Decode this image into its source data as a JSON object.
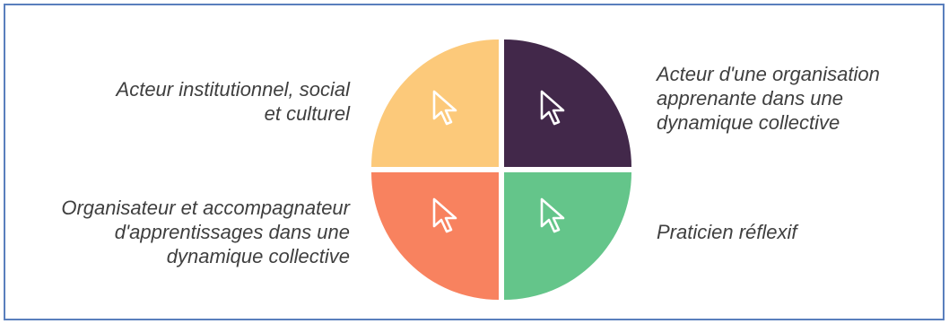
{
  "diagram": {
    "quadrants": [
      {
        "id": "top-left",
        "color": "#fcc97a",
        "icon": "cursor-pointer-icon",
        "label_lines": [
          "Acteur institutionnel, social",
          "et culturel"
        ]
      },
      {
        "id": "top-right",
        "color": "#42284a",
        "icon": "cursor-pointer-icon",
        "label_lines": [
          "Acteur d'une organisation",
          "apprenante dans une",
          "dynamique collective"
        ]
      },
      {
        "id": "bottom-left",
        "color": "#f8825f",
        "icon": "cursor-pointer-icon",
        "label_lines": [
          "Organisateur et accompagnateur",
          "d'apprentissages dans une",
          "dynamique collective"
        ]
      },
      {
        "id": "bottom-right",
        "color": "#64c58a",
        "icon": "cursor-pointer-icon",
        "label_lines": [
          "Praticien réflexif"
        ]
      }
    ],
    "frame_border_color": "#5a7fbd",
    "text_color": "#3f3f3f"
  }
}
